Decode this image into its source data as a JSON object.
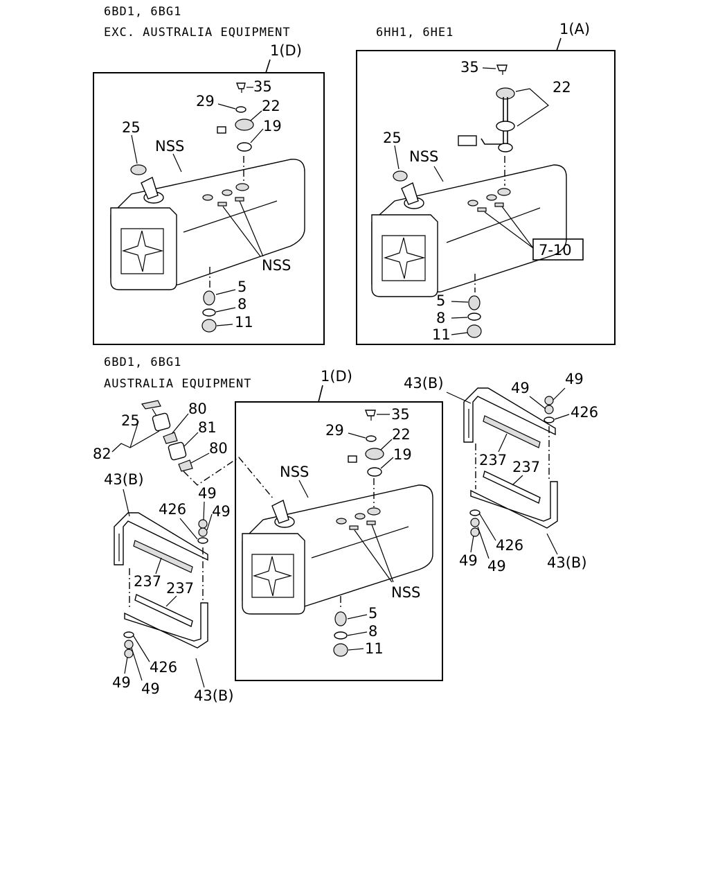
{
  "headers": {
    "top_left_model": "6BD1, 6BG1",
    "top_left_variant": "EXC. AUSTRALIA EQUIPMENT",
    "top_right_model": "6HH1, 6HE1",
    "bottom_model": "6BD1, 6BG1",
    "bottom_variant": "AUSTRALIA EQUIPMENT"
  },
  "panel_a": {
    "ref": "1(D)",
    "labels": {
      "p35": "35",
      "p29": "29",
      "p22": "22",
      "p19": "19",
      "p25": "25",
      "nss1": "NSS",
      "nss2": "NSS",
      "p5": "5",
      "p8": "8",
      "p11": "11"
    }
  },
  "panel_b": {
    "ref": "1(A)",
    "labels": {
      "p35": "35",
      "p22": "22",
      "p25": "25",
      "nss": "NSS",
      "ref710": "7-10",
      "p5": "5",
      "p8": "8",
      "p11": "11"
    }
  },
  "panel_c": {
    "ref": "1(D)",
    "labels": {
      "p35": "35",
      "p29": "29",
      "p22": "22",
      "p19": "19",
      "nss1": "NSS",
      "nss2": "NSS",
      "p5": "5",
      "p8": "8",
      "p11": "11"
    }
  },
  "filler_group": {
    "labels": {
      "p80a": "80",
      "p25": "25",
      "p81": "81",
      "p80b": "80",
      "p82": "82"
    }
  },
  "bracket_left": {
    "labels": {
      "b43top": "43(B)",
      "b426a": "426",
      "b49a": "49",
      "b49b": "49",
      "b237a": "237",
      "b237b": "237",
      "b426b": "426",
      "b49c": "49",
      "b49d": "49",
      "b43bot": "43(B)"
    }
  },
  "bracket_right": {
    "labels": {
      "b43top": "43(B)",
      "b49a": "49",
      "b49b": "49",
      "b426a": "426",
      "b237a": "237",
      "b237b": "237",
      "b426b": "426",
      "b49c": "49",
      "b49d": "49",
      "b43bot": "43(B)"
    }
  }
}
